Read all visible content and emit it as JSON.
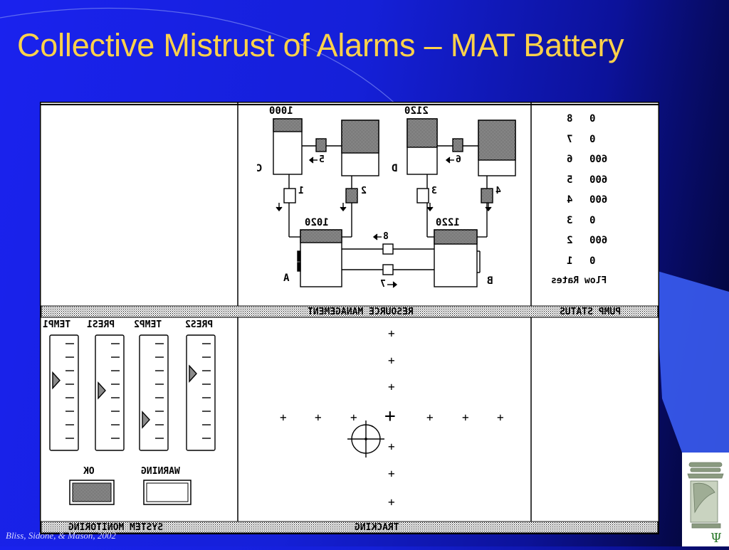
{
  "slide": {
    "title": "Collective Mistrust of Alarms – MAT Battery",
    "credit": "Bliss, Sidone, & Mason, 2002"
  },
  "mat": {
    "panels": {
      "resource_management": "RESOURCE MANAGEMENT",
      "pump_status": "PUMP STATUS",
      "system_monitoring": "SYSTEM MONITORING",
      "tracking": "TRACKING"
    },
    "tanks": {
      "c": {
        "label": "C",
        "value": "1000"
      },
      "d": {
        "label": "D",
        "value": "2120"
      },
      "a": {
        "label": "A",
        "value": "1020"
      },
      "b": {
        "label": "B",
        "value": "1220"
      }
    },
    "pumps": {
      "p1": "1",
      "p2": "2",
      "p3": "3",
      "p4": "4",
      "p5": "5",
      "p6": "6",
      "p7": "7",
      "p8": "8"
    },
    "flow_rates": {
      "title": "Flow Rates",
      "rows": [
        {
          "pump": "8",
          "rate": "0"
        },
        {
          "pump": "7",
          "rate": "0"
        },
        {
          "pump": "6",
          "rate": "600"
        },
        {
          "pump": "5",
          "rate": "600"
        },
        {
          "pump": "4",
          "rate": "600"
        },
        {
          "pump": "3",
          "rate": "0"
        },
        {
          "pump": "2",
          "rate": "600"
        },
        {
          "pump": "1",
          "rate": "0"
        }
      ]
    },
    "gauges": {
      "labels": [
        "TEMP1",
        "PRES1",
        "TEMP2",
        "PRES2"
      ],
      "levels": [
        0.61,
        0.52,
        0.26,
        0.67
      ]
    },
    "warning_lights": {
      "ok": "OK",
      "warning": "WARNING"
    },
    "tracking": {
      "plus_mark": "+"
    }
  }
}
